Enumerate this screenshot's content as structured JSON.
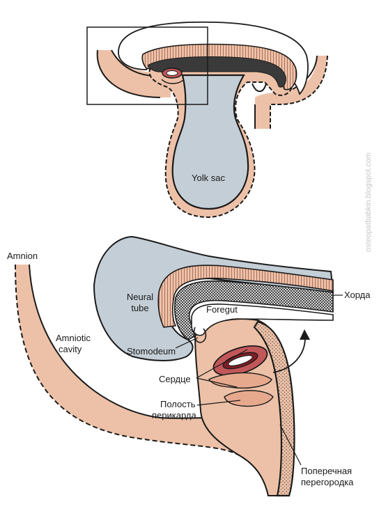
{
  "labels": {
    "yolk_sac": "Yolk sac",
    "amnion": "Amnion",
    "amniotic_cavity_1": "Amniotic",
    "amniotic_cavity_2": "cavity",
    "neural_tube_1": "Neural",
    "neural_tube_2": "tube",
    "foregut": "Foregut",
    "stomodeum": "Stomodeum",
    "chorda": "Хорда",
    "heart": "Сердце",
    "pericardial_cavity_1": "Полость",
    "pericardial_cavity_2": "перикарда",
    "septum_1": "Поперечная",
    "septum_2": "перегородка"
  },
  "watermark": "osteopatbabkin.blogspot.com",
  "colors": {
    "tissue": "#edc1a7",
    "yolk": "#c4ced6",
    "outline": "#1a1a1a",
    "neural": "#c57b6b",
    "heart": "#c2575a"
  }
}
